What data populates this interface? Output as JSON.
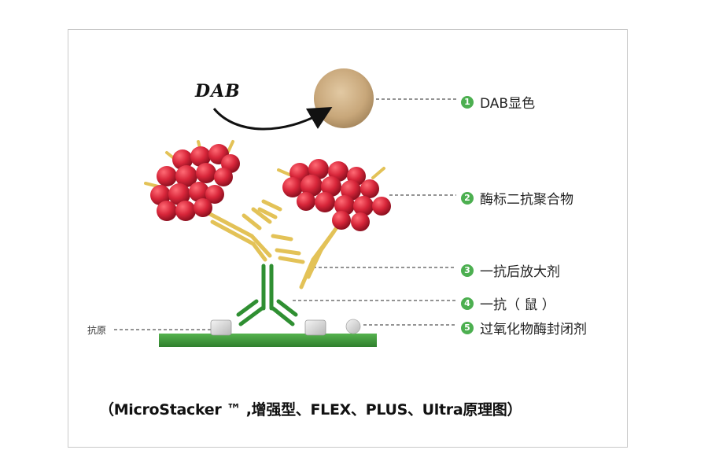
{
  "diagram": {
    "dab_arrow_label": "DAB",
    "antigen_label": "抗原",
    "caption": "（MicroStacker ™ ,增强型、FLEX、PLUS、Ultra原理图）",
    "legend": [
      {
        "num": "1",
        "text": "DAB显色"
      },
      {
        "num": "2",
        "text": "酶标二抗聚合物"
      },
      {
        "num": "3",
        "text": "一抗后放大剂"
      },
      {
        "num": "4",
        "text": "一抗（ 鼠 ）"
      },
      {
        "num": "5",
        "text": "过氧化物酶封闭剂"
      }
    ]
  },
  "colors": {
    "accent_green": "#4caf50",
    "antibody_green": "#3a9a3a",
    "amplifier_yellow": "#e8c75a",
    "enzyme_red": "#d8263a",
    "dab_brown": "#c8a77a",
    "plate_green": "#3f9a3c"
  }
}
